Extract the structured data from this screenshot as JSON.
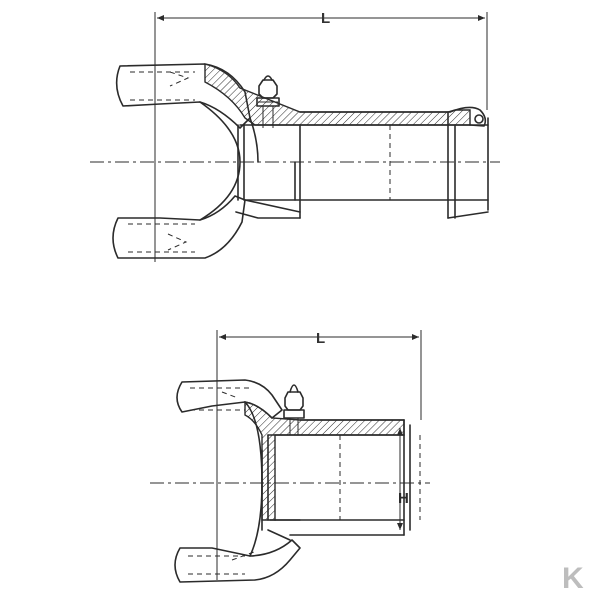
{
  "top_view": {
    "dimension_label": "L"
  },
  "bottom_view": {
    "dimension_label": "L",
    "height_label": "H"
  },
  "logo": {
    "text": "K",
    "color": "#bdbdbd"
  },
  "colors": {
    "line": "#2b2b2b",
    "background": "#ffffff"
  }
}
